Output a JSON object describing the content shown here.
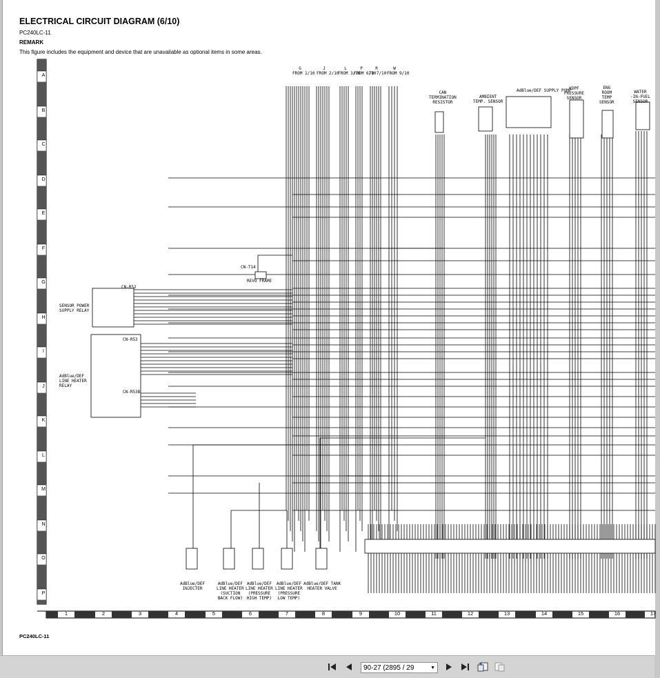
{
  "document": {
    "title": "ELECTRICAL CIRCUIT DIAGRAM (6/10)",
    "model": "PC240LC-11",
    "remark_heading": "REMARK",
    "remark_text": "This figure includes the equipment and device that are unavailable as optional items in some areas.",
    "footer_model": "PC240LC-11"
  },
  "grid": {
    "rows": [
      "A",
      "B",
      "C",
      "D",
      "E",
      "F",
      "G",
      "H",
      "I",
      "J",
      "K",
      "L",
      "M",
      "N",
      "O",
      "P"
    ],
    "columns": [
      "1",
      "2",
      "3",
      "4",
      "5",
      "6",
      "7",
      "8",
      "9",
      "10",
      "11",
      "12",
      "13",
      "14",
      "15",
      "16",
      "17"
    ]
  },
  "diagram": {
    "from_sheets": [
      {
        "tag": "G",
        "label": "FROM 1/10"
      },
      {
        "tag": "J",
        "label": "FROM 2/10"
      },
      {
        "tag": "L",
        "label": "FROM 3/10"
      },
      {
        "tag": "P",
        "label": "FROM 6/10"
      },
      {
        "tag": "R",
        "label": "TO 7/10"
      },
      {
        "tag": "W",
        "label": "FROM 9/10"
      }
    ],
    "components": {
      "can_resistor": "CAN\nTERMINATION\nRESISTOR",
      "ambient_sensor": "AMBIENT\nTEMP. SENSOR",
      "supply_pump": "AdBlue/DEF SUPPLY PUMP",
      "kdpf_sensor": "KDPF\nPRESSURE\nSENSOR",
      "room_temp_sensor": "ENG\nROOM\nTEMP\nSENSOR",
      "water_in_fuel": "WATER\n-IN-FUEL\nSENSOR",
      "sensor_power_relay": "SENSOR POWER\nSUPPLY RELAY",
      "line_heater_relay": "AdBlue/DEF\nLINE HEATER\nRELAY",
      "revo_frame": "REVO FRAME",
      "cn_t14": "CN-T14",
      "cn_r52": "CN-R52",
      "cn_r53": "CN-R53",
      "cn_r53b": "CN-R53B",
      "injecter": "AdBlue/DEF\nINJECTER",
      "heater_suction": "AdBlue/DEF\nLINE HEATER\n(SUCTION\nBACK FLOW)",
      "heater_pressure": "AdBlue/DEF\nLINE HEATER\n(PRESSURE\nHIGH TEMP)",
      "heater_pressure_low": "AdBlue/DEF\nLINE HEATER\n(PRESSURE\nLOW TEMP)",
      "tank_heater_valve": "AdBlue/DEF TANK\nHEATER VALVE"
    }
  },
  "viewer": {
    "page_value": "90-27 (2895 / 29",
    "first_icon": "first-page-icon",
    "prev_icon": "previous-page-icon",
    "next_icon": "next-page-icon",
    "last_icon": "last-page-icon",
    "back_icon": "previous-view-icon",
    "forward_icon": "next-view-icon"
  }
}
